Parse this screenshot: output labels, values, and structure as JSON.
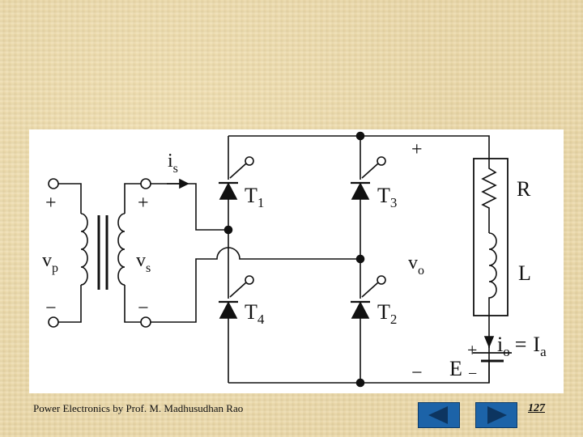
{
  "diagram": {
    "labels": {
      "is_main": "i",
      "is_sub": "s",
      "vp_main": "v",
      "vp_sub": "p",
      "vs_main": "v",
      "vs_sub": "s",
      "vo_main": "v",
      "vo_sub": "o",
      "T1_main": "T",
      "T1_sub": "1",
      "T3_main": "T",
      "T3_sub": "3",
      "T4_main": "T",
      "T4_sub": "4",
      "T2_main": "T",
      "T2_sub": "2",
      "R": "R",
      "L": "L",
      "E": "E",
      "io_main": "i",
      "io_sub": "o",
      "io_eq": "=",
      "Ia_main": "I",
      "Ia_sub": "a",
      "plus": "+",
      "minus": "−"
    }
  },
  "footer": {
    "credit": "Power Electronics by Prof. M. Madhusudhan Rao",
    "slide_number": "127"
  },
  "nav": {
    "prev_icon": "left-arrow-icon",
    "next_icon": "right-arrow-icon",
    "color": "#1c63a8"
  }
}
